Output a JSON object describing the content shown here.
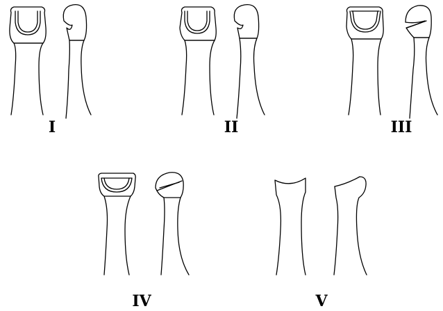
{
  "figure": {
    "panels": [
      {
        "id": "I",
        "label": "I"
      },
      {
        "id": "II",
        "label": "II"
      },
      {
        "id": "III",
        "label": "III"
      },
      {
        "id": "IV",
        "label": "IV"
      },
      {
        "id": "V",
        "label": "V"
      }
    ]
  }
}
